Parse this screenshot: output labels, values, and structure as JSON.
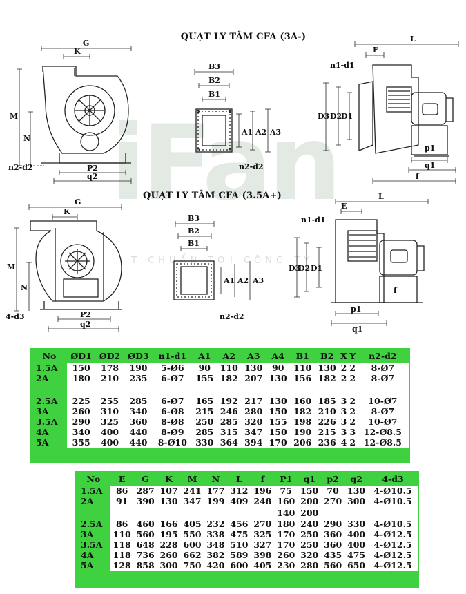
{
  "titles": {
    "top": "QUẠT LY TÂM CFA (3A-)",
    "bottom": "QUẠT LY TÂM CFA (3.5A+)"
  },
  "watermark": {
    "main": "iFan",
    "sub": "T CHUẨN TƠI CÔNG TY"
  },
  "labels": {
    "G": "G",
    "K": "K",
    "M": "M",
    "N": "N",
    "P2": "P2",
    "q2": "q2",
    "n2_d2": "n2-d2",
    "B3": "B3",
    "B2": "B2",
    "B1": "B1",
    "A1": "A1",
    "A2": "A2",
    "A3": "A3",
    "L": "L",
    "E": "E",
    "n1_d1": "n1-d1",
    "D3": "D3",
    "D2": "D2",
    "D1": "D1",
    "p1": "p1",
    "q1": "q1",
    "f": "f",
    "d3": "4-d3"
  },
  "table1": {
    "headers": [
      "No",
      "ØD1",
      "ØD2",
      "ØD3",
      "n1-d1",
      "A1",
      "A2",
      "A3",
      "A4",
      "B1",
      "B2",
      "X",
      "Y",
      "n2-d2"
    ],
    "rows": [
      [
        "1.5A",
        "150",
        "178",
        "190",
        "5-Ø6",
        "90",
        "110",
        "130",
        "90",
        "110",
        "130",
        "2",
        "2",
        "8-Ø7"
      ],
      [
        "2A",
        "180",
        "210",
        "235",
        "6-Ø7",
        "155",
        "182",
        "207",
        "130",
        "156",
        "182",
        "2",
        "2",
        "8-Ø7"
      ],
      [
        "",
        "",
        "",
        "",
        "",
        "",
        "",
        "",
        "",
        "",
        "",
        "",
        "",
        ""
      ],
      [
        "2.5A",
        "225",
        "255",
        "285",
        "6-Ø7",
        "165",
        "192",
        "217",
        "130",
        "160",
        "185",
        "3",
        "2",
        "10-Ø7"
      ],
      [
        "3A",
        "260",
        "310",
        "340",
        "6-Ø8",
        "215",
        "246",
        "280",
        "150",
        "182",
        "210",
        "3",
        "2",
        "8-Ø7"
      ],
      [
        "3.5A",
        "290",
        "325",
        "360",
        "8-Ø8",
        "250",
        "285",
        "320",
        "155",
        "198",
        "226",
        "3",
        "2",
        "10-Ø7"
      ],
      [
        "4A",
        "340",
        "400",
        "440",
        "8-Ø9",
        "285",
        "315",
        "347",
        "150",
        "190",
        "215",
        "3",
        "3",
        "12-Ø8.5"
      ],
      [
        "5A",
        "355",
        "400",
        "440",
        "8-Ø10",
        "330",
        "364",
        "394",
        "170",
        "206",
        "236",
        "4",
        "2",
        "12-Ø8.5"
      ]
    ]
  },
  "table2": {
    "headers": [
      "No",
      "E",
      "G",
      "K",
      "M",
      "N",
      "L",
      "f",
      "P1",
      "q1",
      "p2",
      "q2",
      "4-d3"
    ],
    "rows": [
      [
        "1.5A",
        "86",
        "287",
        "107",
        "241",
        "177",
        "312",
        "196",
        "75",
        "150",
        "70",
        "130",
        "4-Ø10.5"
      ],
      [
        "2A",
        "91",
        "390",
        "130",
        "347",
        "199",
        "409",
        "248",
        "160",
        "200",
        "270",
        "300",
        "4-Ø10.5"
      ],
      [
        "",
        "",
        "",
        "",
        "",
        "",
        "",
        "",
        "140",
        "200",
        "",
        "",
        ""
      ],
      [
        "2.5A",
        "86",
        "460",
        "166",
        "405",
        "232",
        "456",
        "270",
        "180",
        "240",
        "290",
        "330",
        "4-Ø10.5"
      ],
      [
        "3A",
        "110",
        "560",
        "195",
        "550",
        "338",
        "475",
        "325",
        "170",
        "250",
        "360",
        "400",
        "4-Ø12.5"
      ],
      [
        "3.5A",
        "118",
        "648",
        "228",
        "600",
        "348",
        "510",
        "327",
        "170",
        "250",
        "360",
        "400",
        "4-Ø12.5"
      ],
      [
        "4A",
        "118",
        "736",
        "260",
        "662",
        "382",
        "589",
        "398",
        "260",
        "320",
        "435",
        "475",
        "4-Ø12.5"
      ],
      [
        "5A",
        "128",
        "858",
        "300",
        "750",
        "420",
        "600",
        "405",
        "230",
        "280",
        "560",
        "650",
        "4-Ø12.5"
      ]
    ]
  }
}
